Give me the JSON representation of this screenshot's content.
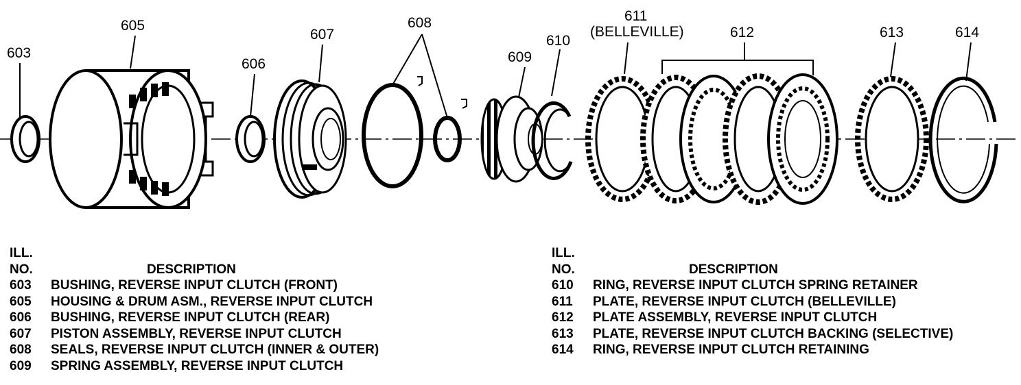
{
  "callouts": {
    "c603": "603",
    "c605": "605",
    "c606": "606",
    "c607": "607",
    "c608": "608",
    "c609": "609",
    "c610": "610",
    "c611": "611",
    "c611b": "(BELLEVILLE)",
    "c612": "612",
    "c613": "613",
    "c614": "614"
  },
  "legend_left": {
    "ill": "ILL.",
    "no": "NO.",
    "description": "DESCRIPTION",
    "rows": [
      {
        "num": "603",
        "text": "BUSHING, REVERSE INPUT CLUTCH (FRONT)"
      },
      {
        "num": "605",
        "text": "HOUSING & DRUM ASM., REVERSE INPUT CLUTCH"
      },
      {
        "num": "606",
        "text": "BUSHING, REVERSE INPUT CLUTCH (REAR)"
      },
      {
        "num": "607",
        "text": "PISTON ASSEMBLY, REVERSE INPUT CLUTCH"
      },
      {
        "num": "608",
        "text": "SEALS, REVERSE INPUT CLUTCH (INNER & OUTER)"
      },
      {
        "num": "609",
        "text": "SPRING ASSEMBLY, REVERSE INPUT CLUTCH"
      }
    ]
  },
  "legend_right": {
    "ill": "ILL.",
    "no": "NO.",
    "description": "DESCRIPTION",
    "rows": [
      {
        "num": "610",
        "text": "RING, REVERSE INPUT CLUTCH SPRING RETAINER"
      },
      {
        "num": "611",
        "text": "PLATE, REVERSE INPUT CLUTCH (BELLEVILLE)"
      },
      {
        "num": "612",
        "text": "PLATE ASSEMBLY, REVERSE INPUT CLUTCH"
      },
      {
        "num": "613",
        "text": "PLATE, REVERSE INPUT CLUTCH BACKING (SELECTIVE)"
      },
      {
        "num": "614",
        "text": "RING, REVERSE INPUT CLUTCH RETAINING"
      }
    ]
  }
}
